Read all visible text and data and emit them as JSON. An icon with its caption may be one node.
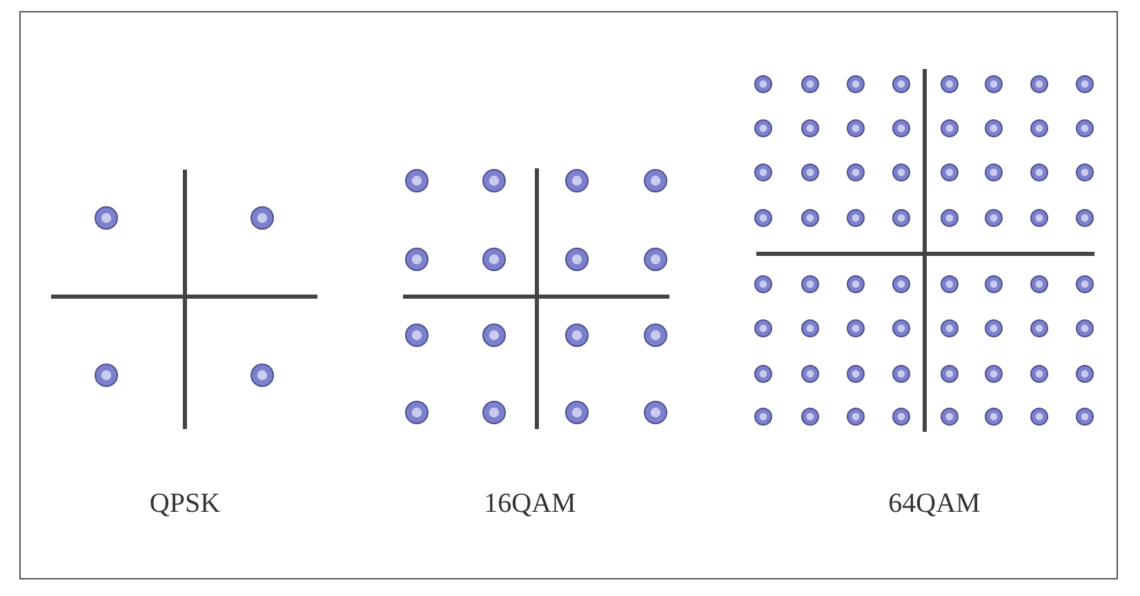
{
  "diagram": {
    "labels": [
      "QPSK",
      "16QAM",
      "64QAM"
    ]
  }
}
